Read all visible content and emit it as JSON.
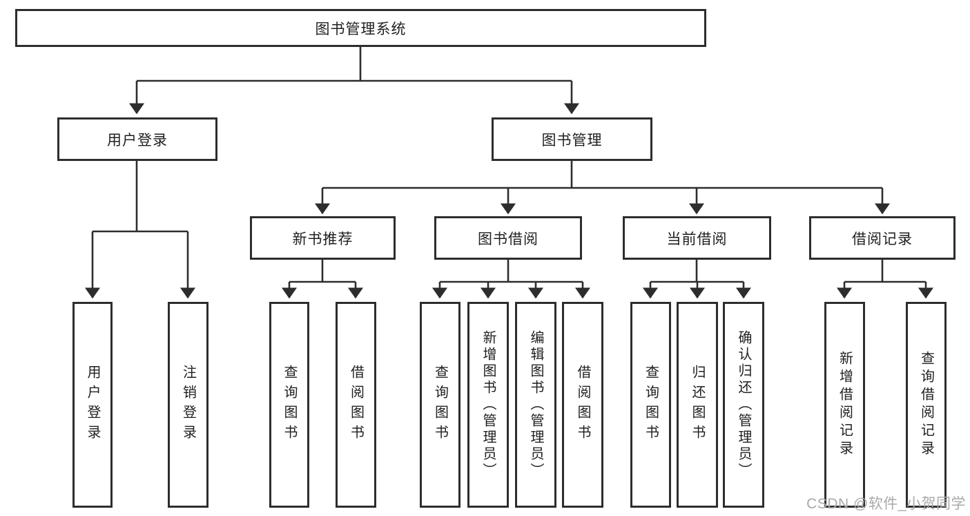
{
  "diagram": {
    "type": "tree",
    "colors": {
      "line": "#2d2d2d",
      "box_border": "#2d2d2d",
      "text": "#1f1f1f",
      "background": "#ffffff",
      "watermark": "#a9a9a9"
    },
    "tree": {
      "label": "图书管理系统",
      "children": [
        {
          "label": "用户登录",
          "children": [
            {
              "label": "用户登录"
            },
            {
              "label": "注销登录"
            }
          ]
        },
        {
          "label": "图书管理",
          "children": [
            {
              "label": "新书推荐",
              "children": [
                {
                  "label": "查询图书"
                },
                {
                  "label": "借阅图书"
                }
              ]
            },
            {
              "label": "图书借阅",
              "children": [
                {
                  "label": "查询图书"
                },
                {
                  "label": "新增图书（管理员）"
                },
                {
                  "label": "编辑图书（管理员）"
                },
                {
                  "label": "借阅图书"
                }
              ]
            },
            {
              "label": "当前借阅",
              "children": [
                {
                  "label": "查询图书"
                },
                {
                  "label": "归还图书"
                },
                {
                  "label": "确认归还（管理员）"
                }
              ]
            },
            {
              "label": "借阅记录",
              "children": [
                {
                  "label": "新增借阅记录"
                },
                {
                  "label": "查询借阅记录"
                }
              ]
            }
          ]
        }
      ]
    },
    "watermark": {
      "text": "CSDN @软件_小贺同学"
    }
  }
}
